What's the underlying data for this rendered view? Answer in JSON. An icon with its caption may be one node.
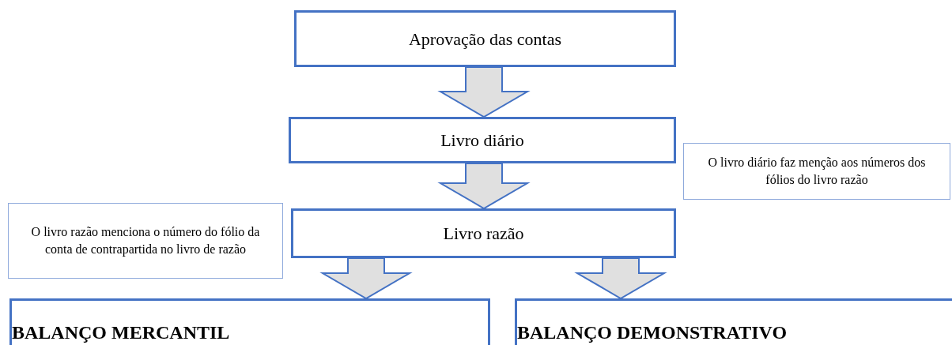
{
  "diagram": {
    "nodes": [
      {
        "text": [
          "Aprovação das contas"
        ]
      },
      {
        "text": [
          "Livro diário"
        ]
      },
      {
        "text": [
          "O livro diário faz menção aos números dos fólios do livro razão"
        ]
      },
      {
        "text": [
          "O livro razão menciona o número do fólio da conta de contrapartida no livro de razão"
        ]
      },
      {
        "text": [
          "Livro razão"
        ]
      },
      {
        "text": [
          "BALANÇO MERCANTIL"
        ]
      },
      {
        "text": [
          "BALANÇO DEMONSTRATIVO"
        ]
      }
    ],
    "edges": [
      {
        "from": 0,
        "to": 1,
        "arrow": "to"
      },
      {
        "from": 1,
        "to": 4,
        "arrow": "to"
      },
      {
        "from": 4,
        "to": 5,
        "arrow": "to"
      },
      {
        "from": 4,
        "to": 6,
        "arrow": "to"
      }
    ]
  }
}
